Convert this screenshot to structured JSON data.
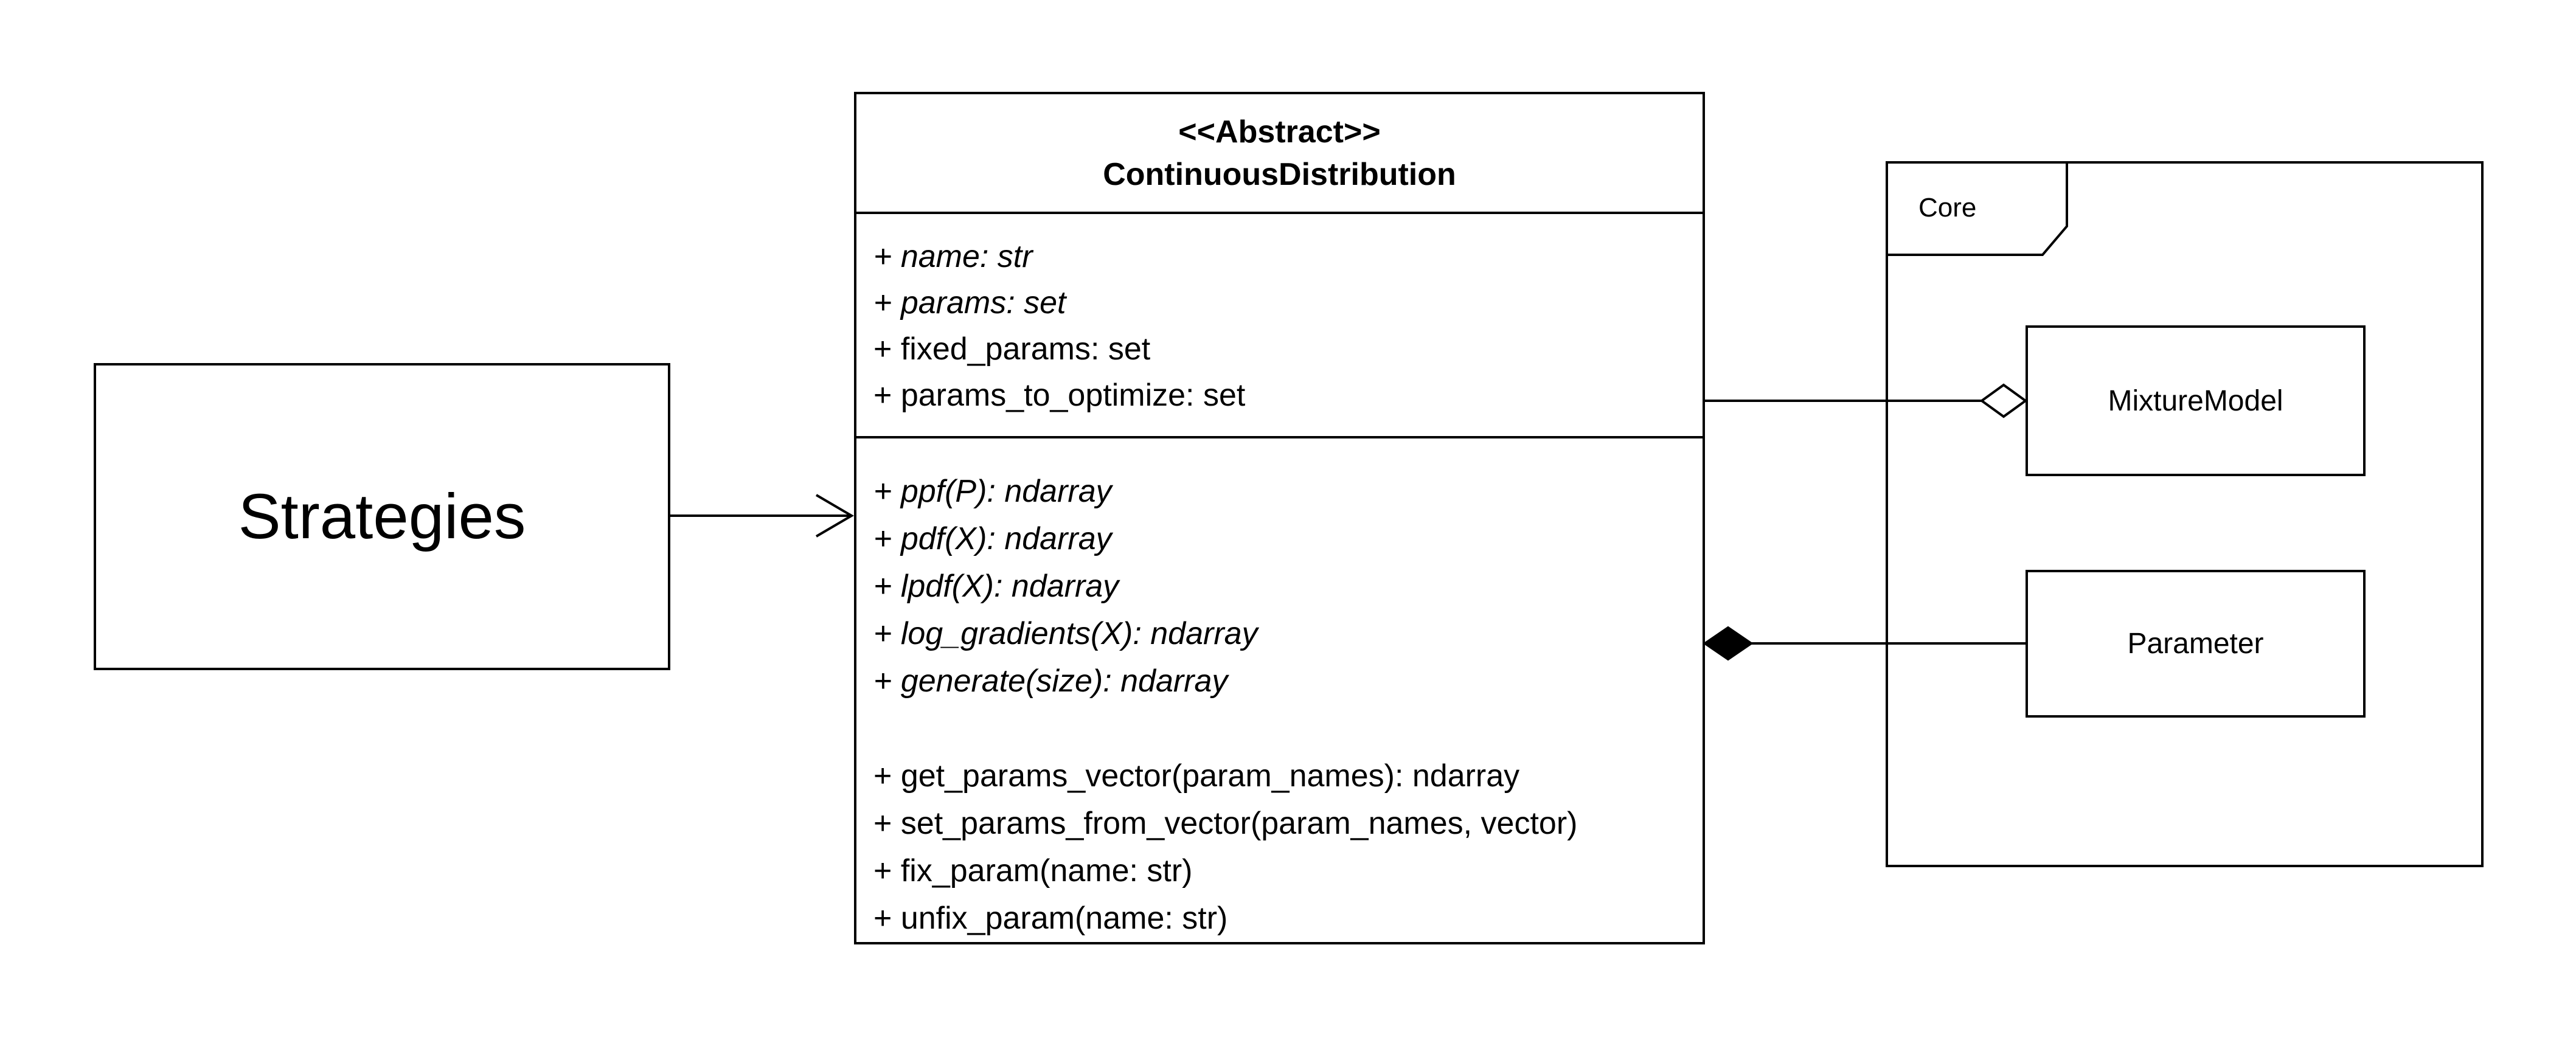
{
  "diagram": {
    "strategies": {
      "label": "Strategies"
    },
    "distribution": {
      "stereotype": "<<Abstract>>",
      "name": "ContinuousDistribution",
      "attributes": [
        "+ name: str",
        "+ params: set",
        "+ fixed_params: set",
        "+ params_to_optimize: set"
      ],
      "abstract_methods": [
        "+ ppf(P): ndarray",
        "+ pdf(X): ndarray",
        "+ lpdf(X): ndarray",
        "+ log_gradients(X): ndarray",
        "+ generate(size): ndarray"
      ],
      "concrete_methods": [
        "+ get_params_vector(param_names): ndarray",
        "+ set_params_from_vector(param_names, vector)",
        "+ fix_param(name: str)",
        "+ unfix_param(name: str)"
      ]
    },
    "package": {
      "label": "Core",
      "mixture_model": "MixtureModel",
      "parameter": "Parameter"
    },
    "colors": {
      "line": "#000000",
      "background": "#ffffff"
    }
  }
}
